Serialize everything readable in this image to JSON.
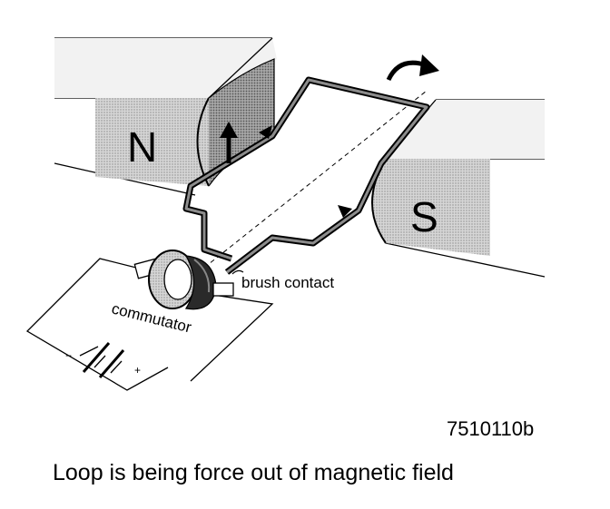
{
  "diagram": {
    "magnet_north_label": "N",
    "magnet_south_label": "S",
    "brush_label": "brush contact",
    "commutator_label": "commutator",
    "battery_minus_label": "−",
    "battery_plus_label": "+",
    "figure_id": "7510110b",
    "caption": "Loop is being force out of magnetic field"
  },
  "colors": {
    "ink": "#000000",
    "magnet_shade": "#c8c8c8",
    "magnet_dark": "#9a9a9a",
    "wire": "#555555",
    "background": "#ffffff"
  },
  "icons": {
    "rotation": "curved-rotation-arrow-icon",
    "force": "upward-force-arrow-icon",
    "current": "current-direction-arrow-icon"
  }
}
